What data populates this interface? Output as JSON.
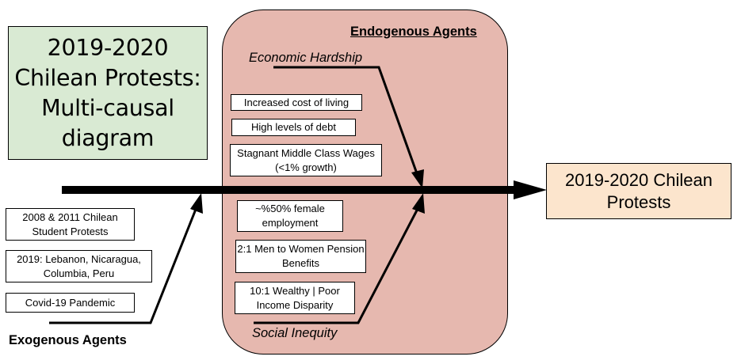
{
  "title": "2019-2020 Chilean Protests: Multi-causal diagram",
  "endogenous": {
    "label": "Endogenous Agents",
    "economic": {
      "label": "Economic Hardship",
      "causes": [
        "Increased cost of living",
        "High levels of debt",
        "Stagnant Middle Class Wages (<1% growth)"
      ]
    },
    "social": {
      "label": "Social Inequity",
      "causes": [
        "~%50% female employment",
        "2:1 Men to Women Pension Benefits",
        "10:1 Wealthy | Poor Income Disparity"
      ]
    }
  },
  "exogenous": {
    "label": "Exogenous Agents",
    "causes": [
      "2008 & 2011 Chilean Student Protests",
      "2019: Lebanon, Nicaragua, Columbia, Peru",
      "Covid-19 Pandemic"
    ]
  },
  "outcome": "2019-2020 Chilean Protests",
  "colors": {
    "title_fill": "#d9ead3",
    "endogenous_fill": "#e6b8af",
    "outcome_fill": "#fce5cd"
  }
}
